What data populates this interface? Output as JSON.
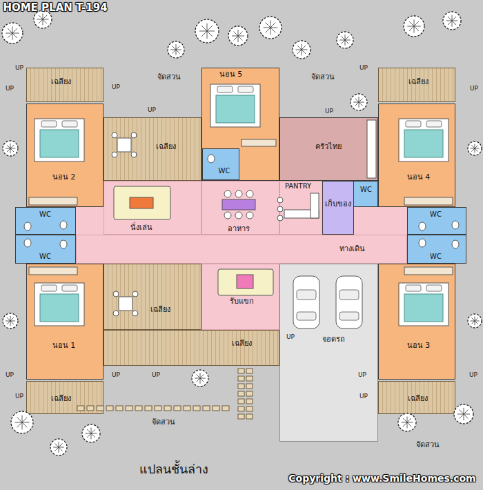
{
  "diagram": {
    "title": "HOME PLAN T-194",
    "caption": "แปลนชั้นล่าง",
    "nodes": [
      {
        "text": [
          "เฉลียง"
        ]
      },
      {
        "text": [
          "นอน 5"
        ]
      },
      {
        "text": [
          "เฉลียง"
        ]
      },
      {
        "text": [
          "นอน 2"
        ]
      },
      {
        "text": [
          "เฉลียง"
        ]
      },
      {
        "text": [
          "ครัวไทย"
        ]
      },
      {
        "text": [
          "นอน 4"
        ]
      },
      {
        "text": [
          "WC"
        ],
        "in": 1
      },
      {
        "text": [
          "นั่งเล่น"
        ]
      },
      {
        "text": [
          "อาหาร"
        ]
      },
      {
        "text": [
          "PANTRY"
        ]
      },
      {
        "text": [
          "เก็บของ"
        ]
      },
      {
        "text": [
          "WC"
        ]
      },
      {
        "text": [
          "WC"
        ]
      },
      {
        "text": [
          "WC"
        ]
      },
      {
        "text": [
          "WC"
        ]
      },
      {
        "text": [
          "ทางเดิน"
        ]
      },
      {
        "text": [
          "WC"
        ]
      },
      {
        "text": [
          "นอน 1"
        ]
      },
      {
        "text": [
          "เฉลียง"
        ]
      },
      {
        "text": [
          "รับแขก"
        ]
      },
      {
        "text": [
          "จอดรถ"
        ]
      },
      {
        "text": [
          "นอน 3"
        ]
      },
      {
        "text": [
          "เฉลียง"
        ]
      },
      {
        "text": [
          "เฉลียง"
        ]
      },
      {
        "text": [
          "เฉลียง"
        ]
      }
    ],
    "labels": [
      "UP",
      "UP",
      "UP",
      "UP",
      "UP",
      "UP",
      "UP",
      "UP",
      "UP",
      "UP",
      "UP",
      "UP",
      "UP",
      "UP",
      "UP",
      "จัดสวน",
      "จัดสวน",
      "จัดสวน",
      "จัดสวน",
      "Copyright : www.SmileHomes.com"
    ]
  }
}
